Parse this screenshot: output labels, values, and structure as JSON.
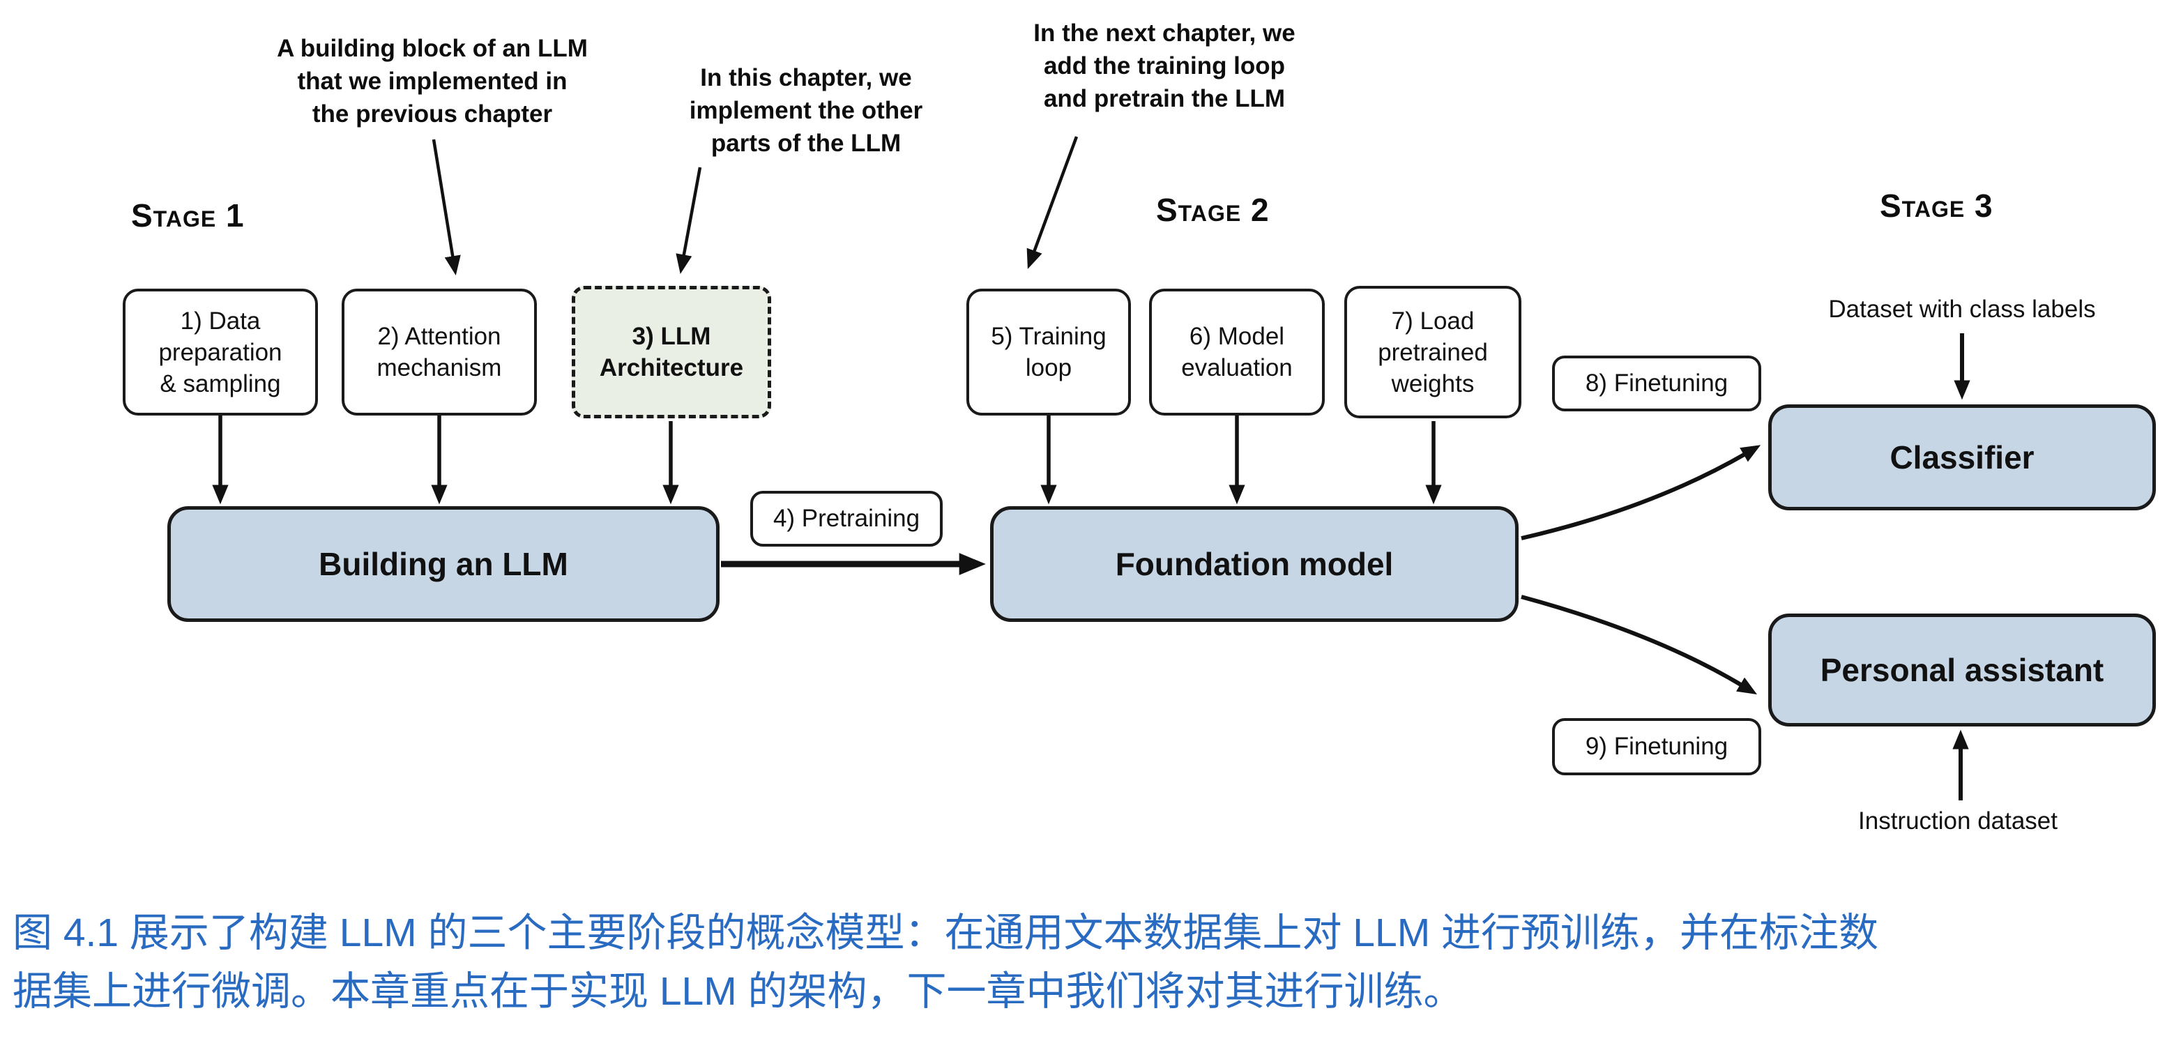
{
  "annotations": {
    "prev_chapter": {
      "lines": [
        "A building block of an LLM",
        "that we implemented in",
        "the previous chapter"
      ]
    },
    "this_chapter": {
      "lines": [
        "In this chapter, we",
        "implement the other",
        "parts of the LLM"
      ]
    },
    "next_chapter": {
      "lines": [
        "In the next chapter, we",
        "add the training loop",
        "and pretrain the LLM"
      ]
    }
  },
  "stages": {
    "stage1": "Stage 1",
    "stage2": "Stage 2",
    "stage3": "Stage 3"
  },
  "boxes": {
    "data_prep": {
      "lines": [
        "1) Data",
        "preparation",
        "& sampling"
      ]
    },
    "attention": {
      "lines": [
        "2) Attention",
        "mechanism"
      ]
    },
    "llm_arch": {
      "lines": [
        "3) LLM",
        "Architecture"
      ]
    },
    "pretraining": {
      "label": "4) Pretraining"
    },
    "training_loop": {
      "lines": [
        "5) Training",
        "loop"
      ]
    },
    "model_eval": {
      "lines": [
        "6) Model",
        "evaluation"
      ]
    },
    "load_weights": {
      "lines": [
        "7) Load",
        "pretrained",
        "weights"
      ]
    },
    "finetune_classifier": {
      "label": "8) Finetuning"
    },
    "finetune_assistant": {
      "label": "9) Finetuning"
    },
    "building_llm": {
      "label": "Building an LLM"
    },
    "foundation_model": {
      "label": "Foundation model"
    },
    "classifier": {
      "label": "Classifier"
    },
    "personal_assistant": {
      "label": "Personal assistant"
    }
  },
  "labels": {
    "dataset_class": "Dataset with class labels",
    "instruction_dataset": "Instruction dataset"
  },
  "caption": {
    "line1": "图 4.1 展示了构建 LLM 的三个主要阶段的概念模型：在通用文本数据集上对 LLM 进行预训练，并在标注数",
    "line2": "据集上进行微调。本章重点在于实现 LLM 的架构，下一章中我们将对其进行训练。"
  },
  "colors": {
    "big_box_fill": "#c7d6e4",
    "architecture_box_fill": "#e9efe4",
    "caption_blue": "#2a6bc2",
    "stroke": "#111111"
  }
}
